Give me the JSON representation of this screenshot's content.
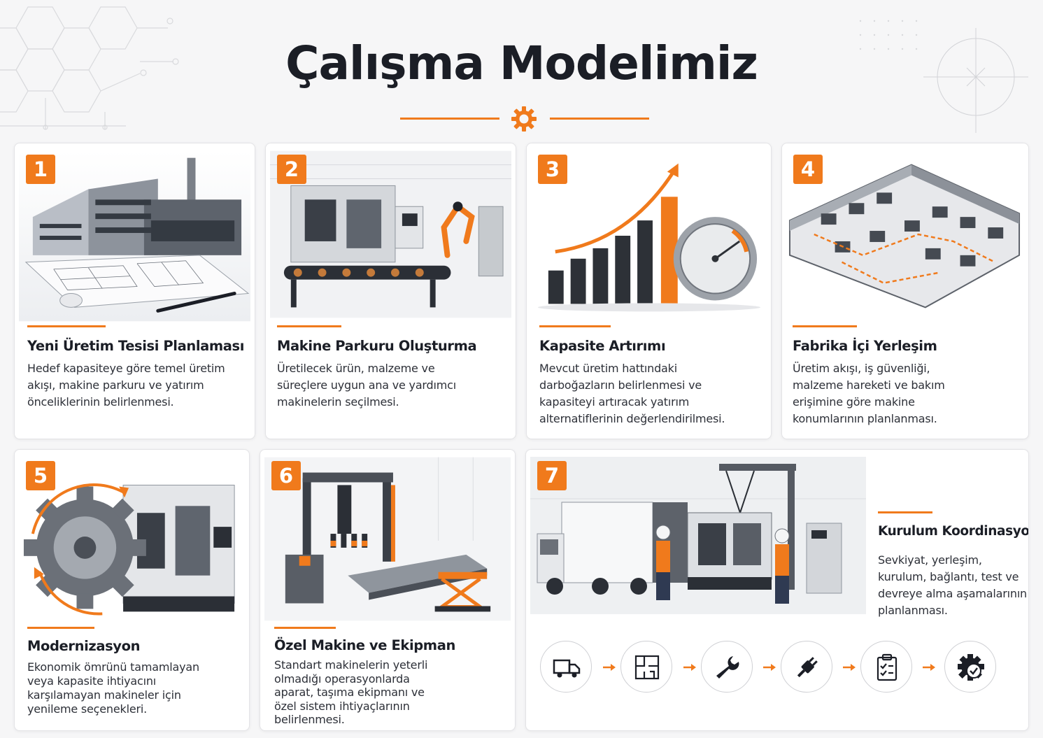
{
  "title": "Çalışma Modelimiz",
  "accent_color": "#f07a1c",
  "cards": [
    {
      "number": "1",
      "title": "Yeni Üretim Tesisi Planlaması",
      "description": "Hedef kapasiteye göre temel üretim akışı, makine parkuru ve yatırım önceliklerinin belirlenmesi.",
      "icon": "factory-blueprint-illustration"
    },
    {
      "number": "2",
      "title": "Makine Parkuru Oluşturma",
      "description": "Üretilecek ürün, malzeme ve süreçlere uygun ana ve yardımcı makinelerin seçilmesi.",
      "icon": "cnc-robot-line-illustration"
    },
    {
      "number": "3",
      "title": "Kapasite Artırımı",
      "description": "Mevcut üretim hattındaki darboğazların belirlenmesi ve kapasiteyi artıracak yatırım alternatiflerinin değerlendirilmesi.",
      "icon": "growth-chart-gauge-illustration"
    },
    {
      "number": "4",
      "title": "Fabrika İçi Yerleşim",
      "description": "Üretim akışı, iş güvenliği, malzeme hareketi ve bakım erişimine göre makine konumlarının planlanması.",
      "icon": "factory-layout-illustration"
    },
    {
      "number": "5",
      "title": "Modernizasyon",
      "description": "Ekonomik ömrünü tamamlayan veya kapasite ihtiyacını karşılamayan makineler için yenileme seçenekleri.",
      "icon": "gear-cnc-modernization-illustration"
    },
    {
      "number": "6",
      "title": "Özel Makine ve Ekipman",
      "description": "Standart makinelerin yeterli olmadığı operasyonlarda aparat, taşıma ekipmanı ve özel sistem ihtiyaçlarının belirlenmesi.",
      "icon": "gantry-conveyor-illustration"
    },
    {
      "number": "7",
      "title": "Kurulum Koordinasyonu",
      "description": "Sevkiyat, yerleşim, kurulum, bağlantı, test ve devreye alma aşamalarının planlanması.",
      "icon": "truck-installation-illustration"
    }
  ],
  "install_steps": [
    "truck-icon",
    "layout-plan-icon",
    "wrench-icon",
    "plug-icon",
    "clipboard-check-icon",
    "gear-check-icon"
  ]
}
